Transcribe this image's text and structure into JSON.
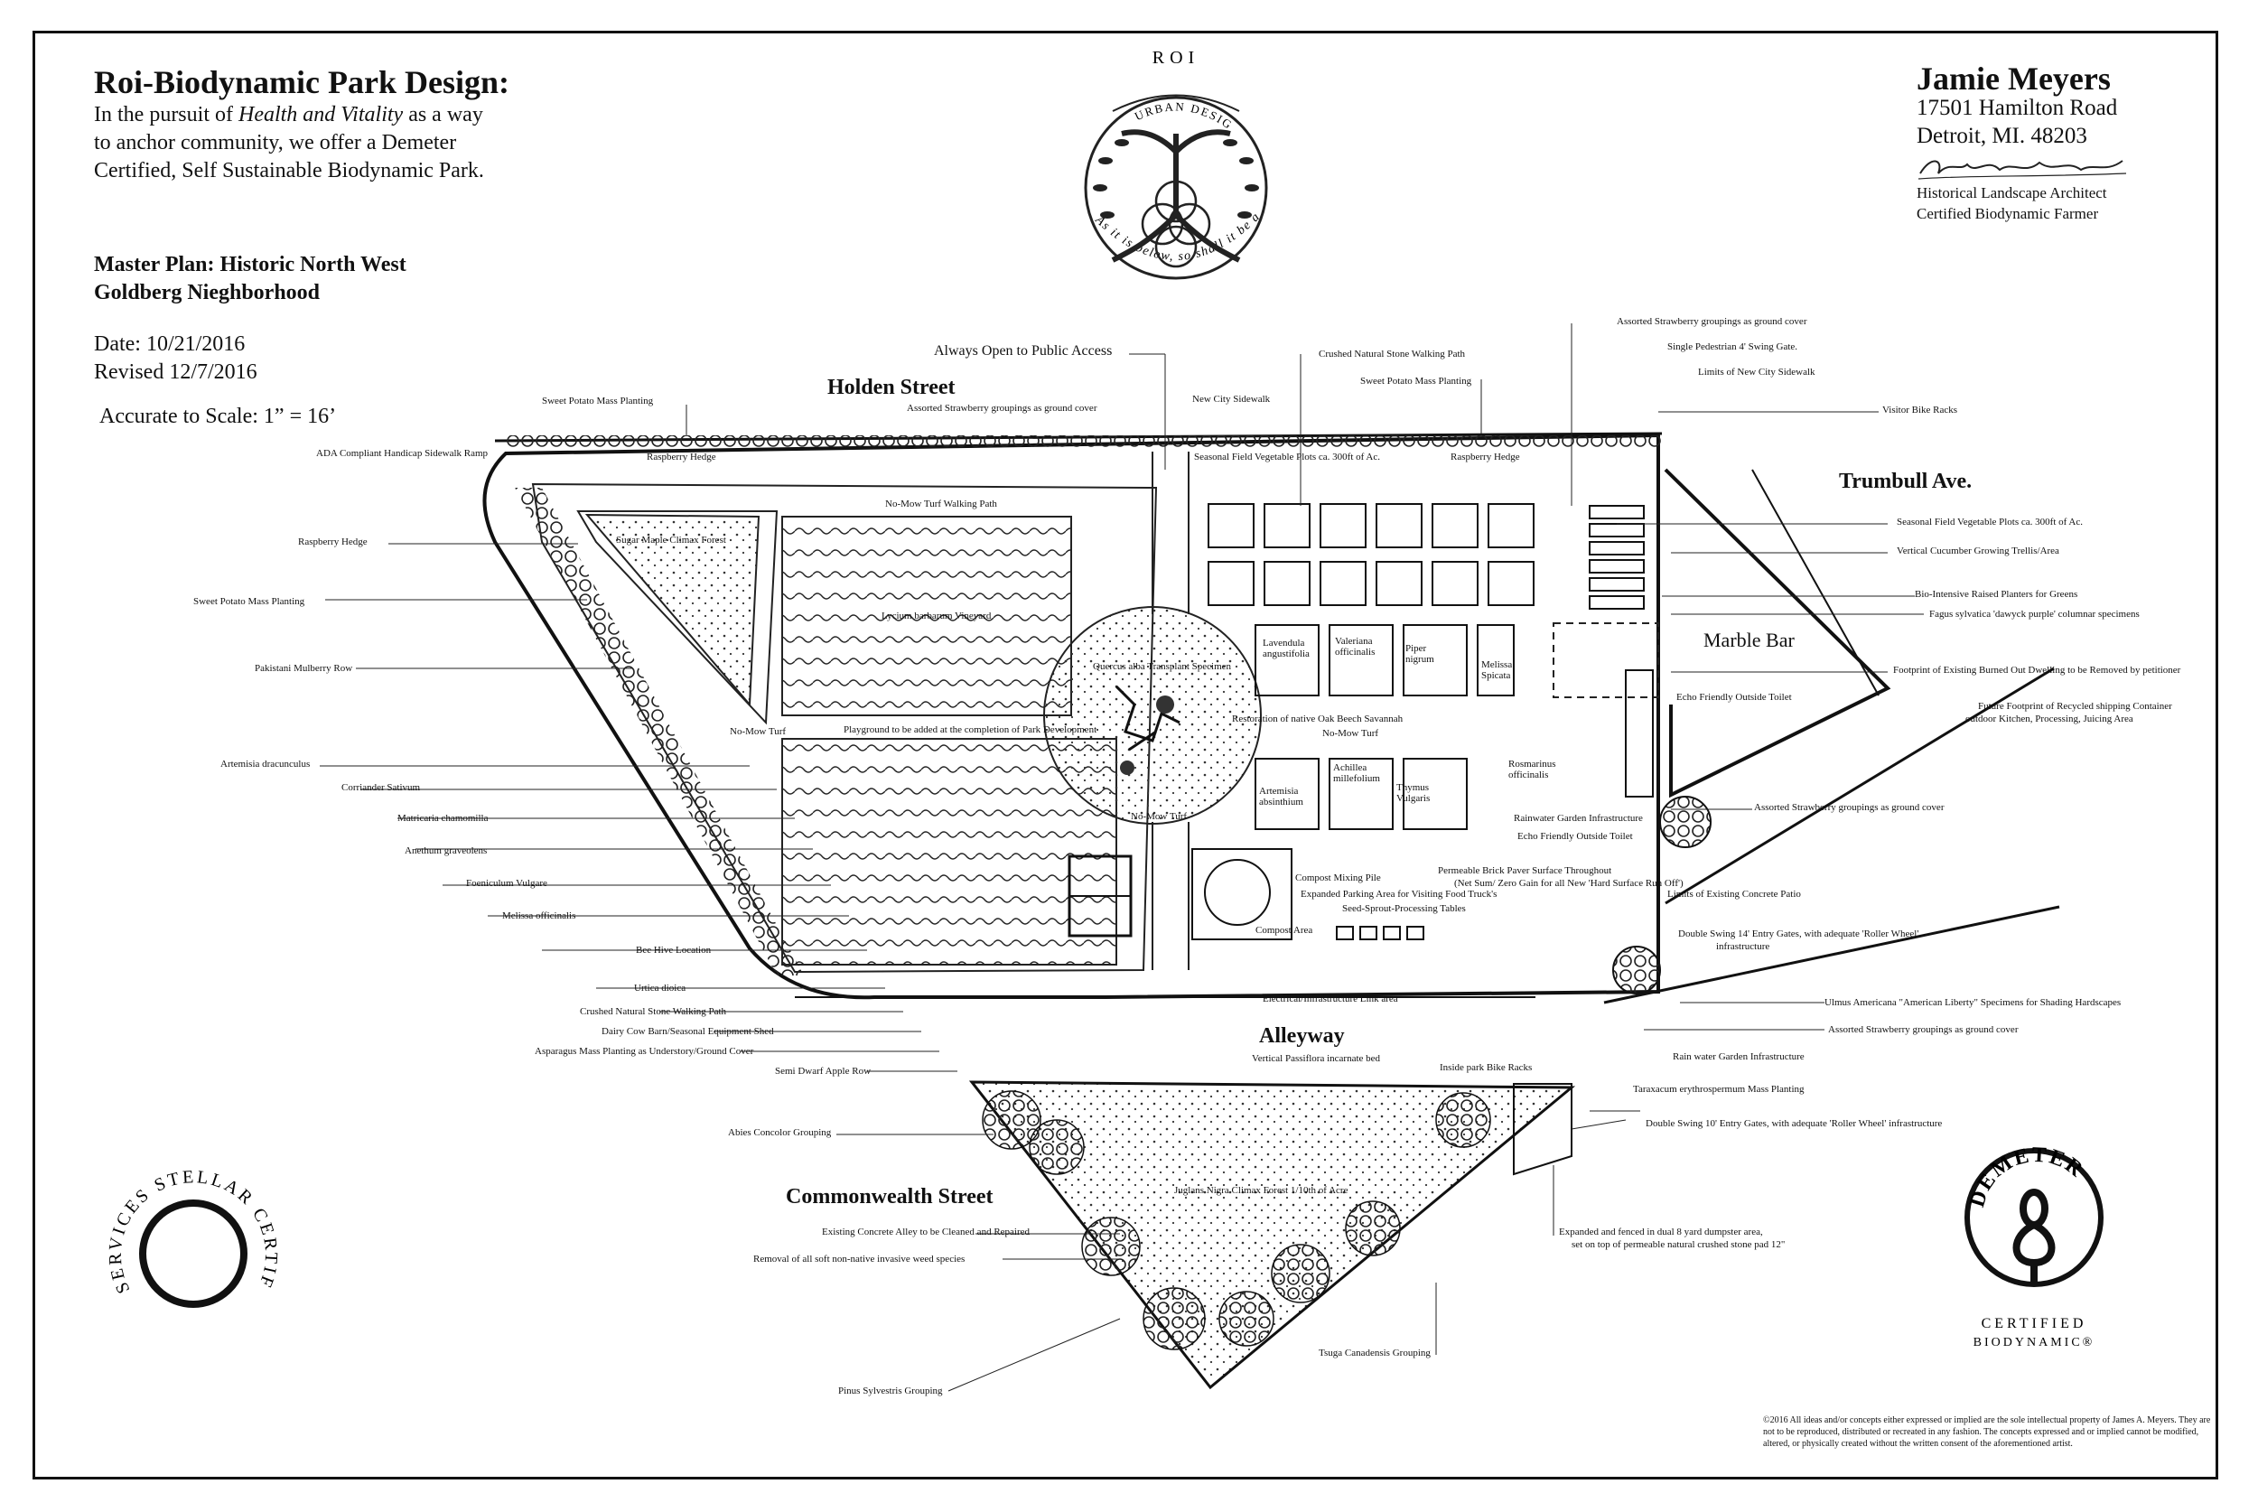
{
  "header": {
    "title": "Roi-Biodynamic Park Design:",
    "intro_prefix": "In the pursuit of",
    "intro_emph": "Health and Vitality",
    "intro_suffix": "as a way to anchor community, we offer a Demeter Certified, Self Sustainable Biodynamic Park.",
    "master_plan": "Master Plan: Historic North West Goldberg Nieghborhood",
    "date": "Date: 10/21/2016",
    "revised": "Revised 12/7/2016",
    "scale": "Accurate to Scale: 1” = 16’"
  },
  "logo": {
    "top": "ROI",
    "ring": "URBAN DESIGN",
    "motto": "As it is below, so shall it be above."
  },
  "author": {
    "name": "Jamie Meyers",
    "address1": "17501 Hamilton Road",
    "address2": "Detroit, MI.  48203",
    "credential1": "Historical Landscape Architect",
    "credential2": "Certified Biodynamic Farmer"
  },
  "streets": {
    "holden": "Holden Street",
    "trumbull": "Trumbull Ave.",
    "alleyway": "Alleyway",
    "commonwealth": "Commonwealth Street",
    "marble_bar": "Marble Bar"
  },
  "labels": {
    "always_open": "Always Open to Public Access",
    "sweet_potato_1": "Sweet Potato Mass Planting",
    "assorted_strawberry_1": "Assorted Strawberry groupings as ground cover",
    "new_city_sidewalk": "New City Sidewalk",
    "crushed_stone_path": "Crushed Natural Stone Walking Path",
    "sweet_potato_2": "Sweet Potato Mass Planting",
    "assorted_strawberry_2": "Assorted Strawberry groupings as ground cover",
    "single_swing_gate": "Single Pedestrian 4' Swing Gate.",
    "limits_sidewalk": "Limits of New City Sidewalk",
    "visitor_bike": "Visitor Bike Racks",
    "ada_ramp": "ADA Compliant Handicap Sidewalk Ramp",
    "raspberry_hedge_1": "Raspberry Hedge",
    "seasonal_plots_1": "Seasonal Field Vegetable Plots ca. 300ft of Ac.",
    "raspberry_hedge_2": "Raspberry Hedge",
    "no_mow_walking": "No-Mow Turf Walking Path",
    "raspberry_hedge_left": "Raspberry Hedge",
    "sugar_maple": "Sugar Maple Climax Forest",
    "seasonal_plots_2": "Seasonal Field Vegetable Plots ca. 300ft of Ac.",
    "cucumber_trellis": "Vertical Cucumber Growing Trellis/Area",
    "sweet_potato_left": "Sweet Potato Mass Planting",
    "bio_planters": "Bio-Intensive Raised Planters for Greens",
    "lycium": "Lycium barbarum Vineyard",
    "fagus": "Fagus sylvatica 'dawyck purple' columnar specimens",
    "lavendula": "Lavendula angustifolia",
    "valeriana": "Valeriana officinalis",
    "piper": "Piper nigrum",
    "melissa_center": "Melissa Spicata",
    "pakistani_mulberry": "Pakistani Mulberry Row",
    "quercus": "Quercus alba Transplant Specimen",
    "footprint_burned": "Footprint of Existing Burned Out Dwelling to be Removed by petitioner",
    "echo_toilet_1": "Echo Friendly Outside Toilet",
    "future_footprint_1": "Future Footprint of Recycled shipping Container",
    "future_footprint_2": "outdoor Kitchen, Processing, Juicing Area",
    "restoration_oak": "Restoration of native Oak Beech Savannah",
    "no_mow_1": "No-Mow Turf",
    "no_mow_2": "No-Mow Turf",
    "playground": "Playground to be added at the completion of Park Development",
    "artemisia_left": "Artemisia dracunculus",
    "rosmarinus": "Rosmarinus officinalis",
    "achillea": "Achillea millefolium",
    "artemisia_center": "Artemisia absinthium",
    "thymus": "Thymus Vulgaris",
    "coriander": "Corriander Sativum",
    "rainwater_garden": "Rainwater Garden Infrastructure",
    "assorted_strawberry_3": "Assorted Strawberry groupings as ground cover",
    "no_mow_3": "No-Mow Turf",
    "echo_toilet_2": "Echo Friendly Outside Toilet",
    "matricaria": "Matricaria chamomilla",
    "anethum": "Anethum graveolens",
    "permeable_1": "Permeable Brick Paver Surface Throughout",
    "permeable_2": "(Net Sum/ Zero Gain for all New 'Hard Surface Run Off')",
    "compost_pile": "Compost Mixing Pile",
    "foeniculum": "Foeniculum Vulgare",
    "parking": "Expanded Parking Area for Visiting Food Truck's",
    "limits_patio": "Limits of Existing Concrete Patio",
    "seed_tables": "Seed-Sprout-Processing Tables",
    "melissa_left": "Melissa officinalis",
    "compost_area": "Compost Area",
    "double_swing_14_1": "Double Swing 14' Entry Gates, with adequate 'Roller Wheel'",
    "double_swing_14_2": "infrastructure",
    "bee_hive": "Bee Hive Location",
    "urtica": "Urtica dioica",
    "electrical": "Electrical/Infrastructure Link area",
    "ulmus": "Ulmus Americana \"American Liberty\" Specimens for Shading Hardscapes",
    "crushed_stone_2": "Crushed Natural Stone Walking Path",
    "assorted_strawberry_4": "Assorted Strawberry groupings as ground cover",
    "dairy_barn": "Dairy Cow Barn/Seasonal Equipment Shed",
    "rain_garden_2": "Rain water Garden Infrastructure",
    "asparagus": "Asparagus Mass Planting as Understory/Ground Cover",
    "passiflora": "Vertical Passiflora incarnate bed",
    "inside_bike": "Inside park Bike Racks",
    "semi_dwarf": "Semi Dwarf Apple Row",
    "taraxacum": "Taraxacum erythrospermum Mass Planting",
    "double_swing_10": "Double Swing 10' Entry Gates, with adequate 'Roller Wheel' infrastructure",
    "abies": "Abies Concolor Grouping",
    "juglans": "Juglans Nigra Climax Forest 1/10th of Acre",
    "concrete_alley": "Existing Concrete Alley to be Cleaned and Repaired",
    "dumpster_1": "Expanded and fenced in dual 8 yard dumpster area,",
    "dumpster_2": "set on top of permeable natural crushed stone pad 12\"",
    "removal_weeds": "Removal of all soft non-native invasive weed species",
    "tsuga": "Tsuga Canadensis Grouping",
    "pinus": "Pinus Sylvestris Grouping"
  },
  "stellar_seal": "SERVICES  STELLAR  CERTIFICATION",
  "demeter": {
    "name": "DEMETER",
    "sub1": "CERTIFIED",
    "sub2": "BIODYNAMIC®"
  },
  "copyright": "©2016 All ideas and/or concepts either expressed or implied are the sole intellectual property of James A. Meyers.  They are not to be reproduced, distributed or recreated in any fashion.  The concepts expressed and or implied cannot be modified, altered, or physically created without the written consent of the aforementioned artist."
}
